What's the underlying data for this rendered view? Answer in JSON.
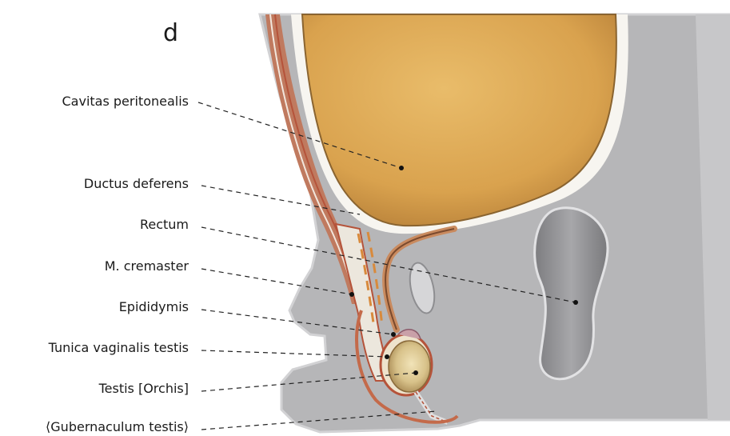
{
  "figure": {
    "panel_letter": "d",
    "colors": {
      "background": "#ffffff",
      "body": "#b6b6b8",
      "body_edge": "#d2d2d4",
      "peritoneal_cavity": "#d9a24e",
      "muscle": "#b5533a",
      "rectum": "#9c9c9f",
      "testis": "#d8c28a",
      "leader_line": "#222222"
    },
    "labels": [
      {
        "id": "cavitas-peritonealis",
        "text": "Cavitas peritonealis"
      },
      {
        "id": "ductus-deferens",
        "text": "Ductus deferens"
      },
      {
        "id": "rectum",
        "text": "Rectum"
      },
      {
        "id": "m-cremaster",
        "text": "M. cremaster"
      },
      {
        "id": "epididymis",
        "text": "Epididymis"
      },
      {
        "id": "tunica-vaginalis-testis",
        "text": "Tunica vaginalis testis"
      },
      {
        "id": "testis-orchis",
        "text": "Testis [Orchis]"
      },
      {
        "id": "gubernaculum-testis",
        "text": "⟨Gubernaculum testis⟩"
      }
    ]
  }
}
